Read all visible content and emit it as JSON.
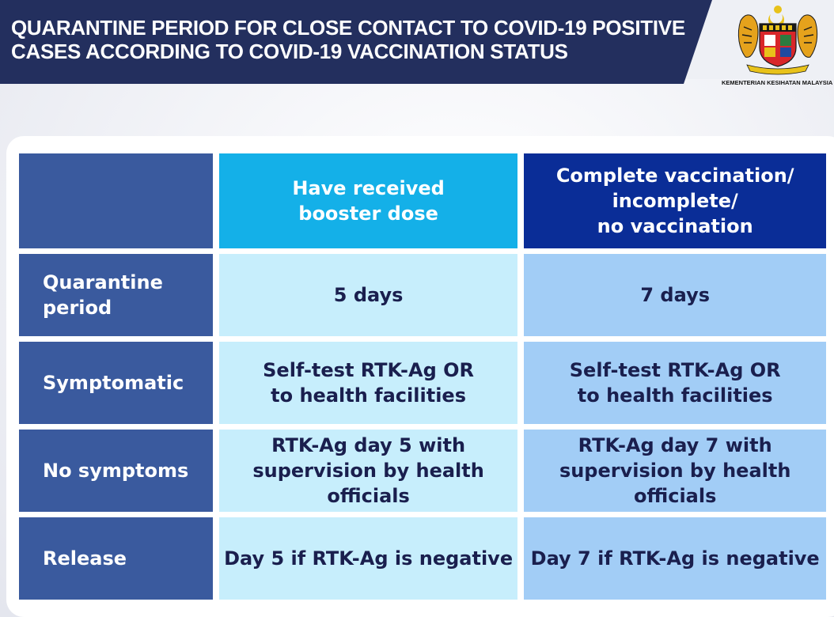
{
  "header": {
    "title_lines": [
      "QUARANTINE PERIOD FOR CLOSE CONTACT TO COVID-19 POSITIVE",
      "CASES ACCORDING TO COVID-19 VACCINATION STATUS"
    ],
    "ministry": "KEMENTERIAN KESIHATAN MALAYSIA",
    "banner_color": "#232f5e"
  },
  "table": {
    "columns": [
      {
        "lines": [
          "Have received",
          "booster dose"
        ],
        "color": "#14b0e8"
      },
      {
        "lines": [
          "Complete vaccination/",
          "incomplete/",
          "no vaccination"
        ],
        "color": "#0a2d97"
      }
    ],
    "rows": [
      {
        "label": [
          "Quarantine",
          "period"
        ],
        "booster": [
          "5 days"
        ],
        "other": [
          "7 days"
        ]
      },
      {
        "label": [
          "Symptomatic"
        ],
        "booster": [
          "Self-test RTK-Ag OR",
          "to health facilities"
        ],
        "other": [
          "Self-test RTK-Ag OR",
          "to health facilities"
        ]
      },
      {
        "label": [
          "No symptoms"
        ],
        "booster": [
          "RTK-Ag day 5 with",
          "supervision by health",
          "officials"
        ],
        "other": [
          "RTK-Ag day 7 with",
          "supervision by health",
          "officials"
        ]
      },
      {
        "label": [
          "Release"
        ],
        "booster": [
          "Day 5 if RTK-Ag is negative"
        ],
        "other": [
          "Day 7 if RTK-Ag is negative"
        ]
      }
    ],
    "colors": {
      "label_bg": "#3a5a9e",
      "booster_bg": "#c7eefc",
      "other_bg": "#a2cdf6",
      "text": "#1a1f4e"
    }
  }
}
